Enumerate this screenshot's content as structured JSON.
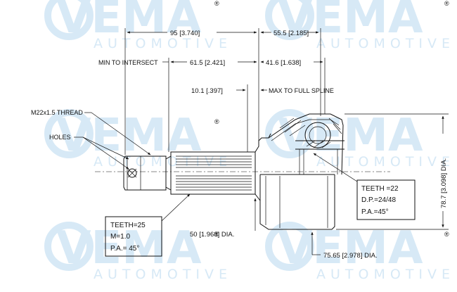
{
  "watermark": {
    "brand": "VEMA",
    "tagline": "AUTOMOTIVE",
    "mark": "®"
  },
  "dimensions": {
    "overall_left": "95 [3.740]",
    "overall_right": "55.5 [2.185]",
    "min_to_intersect_label": "MIN TO INTERSECT",
    "min_to_intersect_value": "61.5 [2.421]",
    "intersect_right": "41.6 [1.638]",
    "max_to_full_spline_value": "10.1 [.397]",
    "max_to_full_spline_label": "MAX TO FULL SPLINE",
    "outer_diameter": "78.7 [3.098] DIA.",
    "shaft_diameter": "50 [1.968] DIA.",
    "seal_diameter": "75.65 [2.978] DIA."
  },
  "callouts": {
    "thread": "M22x1.5 THREAD",
    "holes": "HOLES"
  },
  "spec_left": {
    "teeth": "TEETH=25",
    "module": "M=1.0",
    "pressure_angle": "P.A.= 45°"
  },
  "spec_right": {
    "teeth": "TEETH =22",
    "diametral_pitch": "D.P.=24/48",
    "pressure_angle": "P.A.=45°"
  }
}
